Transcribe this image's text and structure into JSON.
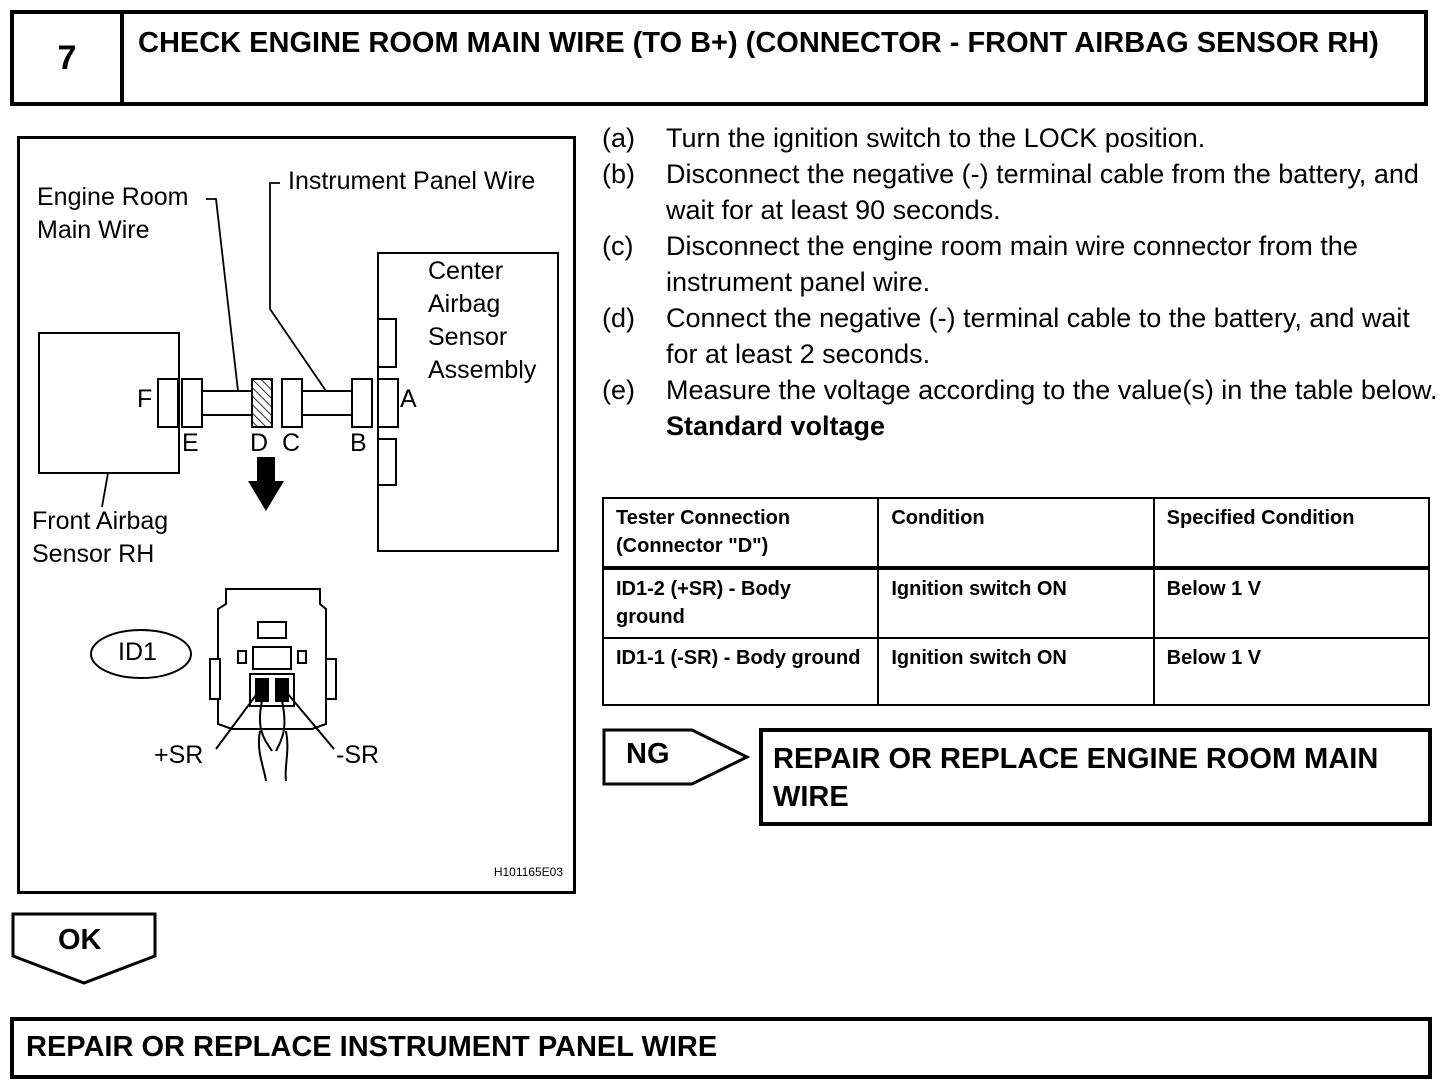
{
  "header": {
    "step_number": "7",
    "title": "CHECK ENGINE ROOM MAIN WIRE (TO B+) (CONNECTOR - FRONT AIRBAG SENSOR RH)"
  },
  "figure": {
    "labels": {
      "engine_room_wire_1": "Engine Room",
      "engine_room_wire_2": "Main Wire",
      "instrument_panel_wire": "Instrument Panel Wire",
      "center_1": "Center",
      "center_2": "Airbag",
      "center_3": "Sensor",
      "center_4": "Assembly",
      "front_sensor_1": "Front Airbag",
      "front_sensor_2": "Sensor RH",
      "connector_id": "ID1",
      "plus_sr": "+SR",
      "minus_sr": "-SR"
    },
    "letters": {
      "a": "A",
      "b": "B",
      "c": "C",
      "d": "D",
      "e": "E",
      "f": "F"
    },
    "code": "H101165E03"
  },
  "steps": [
    {
      "tag": "(a)",
      "text": "Turn the ignition switch to the LOCK position."
    },
    {
      "tag": "(b)",
      "text": "Disconnect the negative (-) terminal cable from the battery, and wait for at least 90 seconds."
    },
    {
      "tag": "(c)",
      "text": "Disconnect the engine room main wire connector from the instrument panel wire."
    },
    {
      "tag": "(d)",
      "text": "Connect the negative (-) terminal cable to the battery, and wait for at least 2 seconds."
    },
    {
      "tag": "(e)",
      "text": "Measure the voltage according to the value(s) in the table below."
    }
  ],
  "standard_voltage_label": "Standard voltage",
  "table": {
    "headers": [
      "Tester Connection (Connector \"D\")",
      "Condition",
      "Specified Condition"
    ],
    "rows": [
      [
        "ID1-2 (+SR) - Body ground",
        "Ignition switch ON",
        "Below 1 V"
      ],
      [
        "ID1-1 (-SR) - Body ground",
        "Ignition switch ON",
        "Below 1 V"
      ]
    ]
  },
  "ng": {
    "label": "NG",
    "result": "REPAIR OR REPLACE ENGINE ROOM MAIN WIRE"
  },
  "ok": {
    "label": "OK",
    "result": "REPAIR OR REPLACE INSTRUMENT PANEL WIRE"
  }
}
